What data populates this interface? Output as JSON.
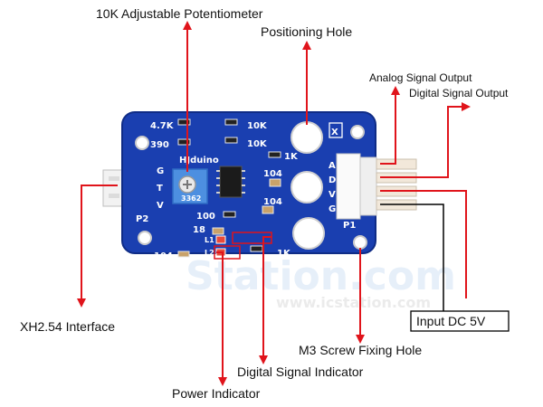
{
  "labels": {
    "potentiometer": "10K Adjustable Potentiometer",
    "positioning_hole": "Positioning Hole",
    "analog_output": "Analog Signal Output",
    "digital_output": "Digital Signal Output",
    "xh_interface": "XH2.54 Interface",
    "input_dc": "Input DC 5V",
    "screw_hole": "M3 Screw Fixing Hole",
    "digital_indicator": "Digital Signal Indicator",
    "power_indicator": "Power Indicator"
  },
  "board": {
    "brand": "HJduino",
    "r_4k7": "4.7K",
    "r_390": "390",
    "r_10k_a": "10K",
    "r_10k_b": "10K",
    "r_1k_top": "1K",
    "c_104_a": "104",
    "c_104_b": "104",
    "c_104_c": "104",
    "r_100": "100",
    "r_18": "18",
    "r_1k_bottom": "1K",
    "led_l1": "L1",
    "led_l2": "L2",
    "pot_code": "3362",
    "mark_x": "X",
    "left_pins": [
      "G",
      "T",
      "V"
    ],
    "left_conn": "P2",
    "right_pins": [
      "A",
      "D",
      "V",
      "G"
    ],
    "right_conn": "P1"
  },
  "watermark": {
    "brand": "Station.com",
    "url": "www.icstation.com"
  },
  "colors": {
    "pcb": "#1a3fb0",
    "arrow": "#e0141b",
    "potentiometer": "#4d8fe0"
  }
}
